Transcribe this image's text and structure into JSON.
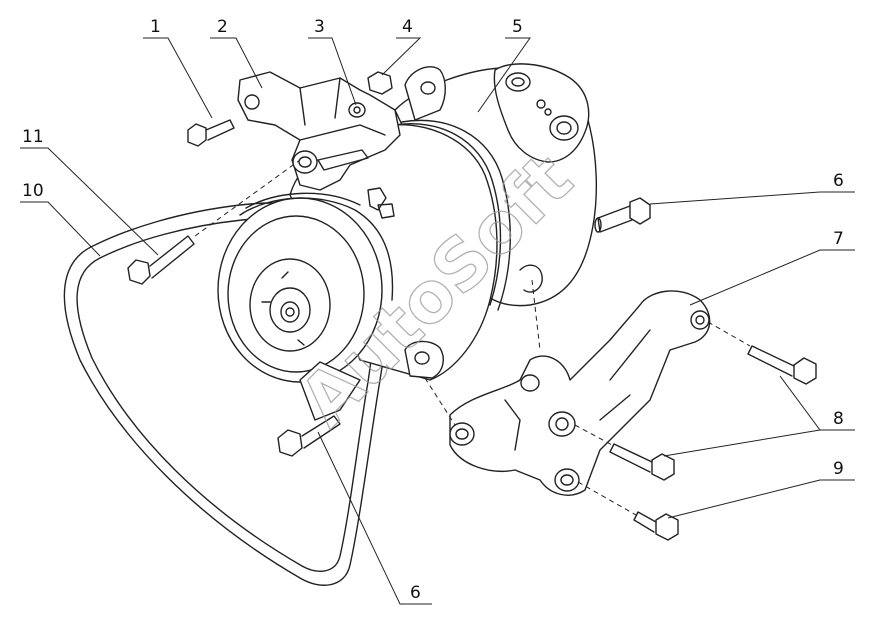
{
  "watermark": "AutoSoft",
  "callouts": [
    {
      "id": "1",
      "label": "1"
    },
    {
      "id": "2",
      "label": "2"
    },
    {
      "id": "3",
      "label": "3"
    },
    {
      "id": "4",
      "label": "4"
    },
    {
      "id": "5",
      "label": "5"
    },
    {
      "id": "6a",
      "label": "6"
    },
    {
      "id": "7",
      "label": "7"
    },
    {
      "id": "8",
      "label": "8"
    },
    {
      "id": "9",
      "label": "9"
    },
    {
      "id": "10",
      "label": "10"
    },
    {
      "id": "11",
      "label": "11"
    },
    {
      "id": "6b",
      "label": "6"
    }
  ]
}
